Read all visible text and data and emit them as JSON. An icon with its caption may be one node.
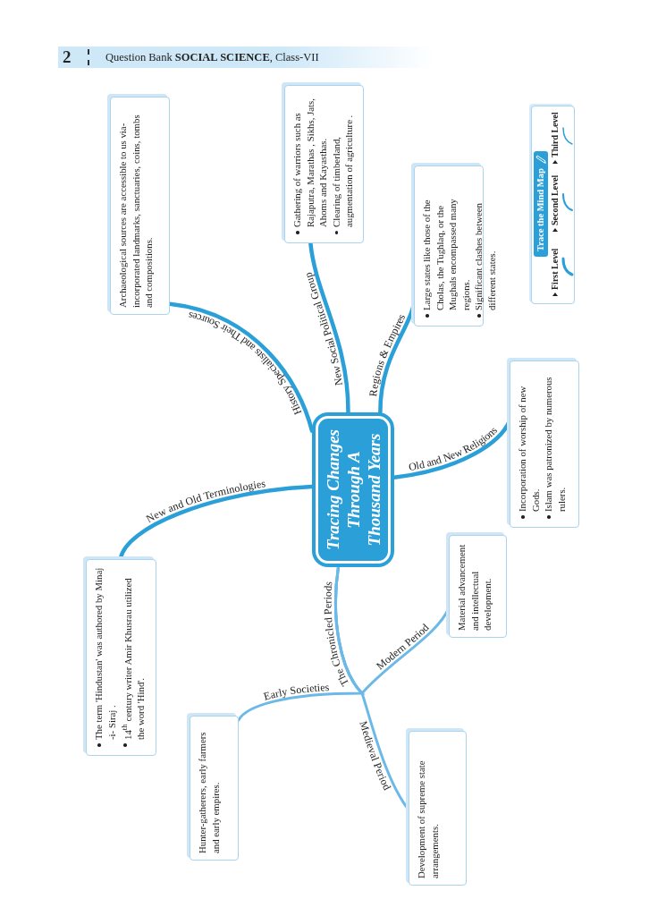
{
  "diagram": {
    "nodes": [
      {
        "text": [
          "Tracing Changes Through A Thousand Years"
        ]
      },
      {
        "text": [
          "Archaeological sources are accessible to us via-incorporated landmarks, sanctuaries, coins, tombs and compositions."
        ]
      },
      {
        "text": [
          "Gathering of warriors such as Rajaputra, Marathas , Sikhs, Jats, Ahoms and Kayasthas.",
          "Clearing of timberland, augmentation of agriculture ."
        ]
      },
      {
        "text": [
          "Large states like those of the Cholas, the Tughlaq, or the Mughals encompassed many regions.",
          "Significant clashes between different states."
        ]
      },
      {
        "text": [
          "Incorporation of worship of new Gods.",
          "Islam was patronized by numerous rulers."
        ]
      },
      {
        "text": [
          "Material advancement and intellectual development."
        ]
      },
      {
        "text": [
          "Development of supreme state arrangements."
        ]
      },
      {
        "text": [
          "Hunter-gatherers, early farmers and early empires."
        ]
      },
      {
        "text": [
          "The term 'Hindustan' was authored by Minaj -i- Siraj .",
          "14$^{th}$ century writer Amir Khusrau utilized the word 'Hind'."
        ]
      }
    ],
    "edges": [
      {
        "from": 0,
        "to": 1,
        "arrow": "none",
        "label": "History Specialists and Their Sources"
      },
      {
        "from": 0,
        "to": 2,
        "arrow": "none",
        "label": "New Social Political Group"
      },
      {
        "from": 0,
        "to": 3,
        "arrow": "none",
        "label": "Regions & Empires"
      },
      {
        "from": 0,
        "to": 4,
        "arrow": "none",
        "label": "Old and New Religions"
      },
      {
        "from": 0,
        "to": 8,
        "arrow": "none",
        "label": "New and Old Terminologies"
      },
      {
        "from": 0,
        "to": 5,
        "arrow": "none",
        "label": "Modern Period",
        "color": "#6cb9e8"
      },
      {
        "from": 0,
        "to": 6,
        "arrow": "none",
        "label": "Medieval Period",
        "color": "#6cb9e8"
      },
      {
        "from": 0,
        "to": 7,
        "arrow": "none",
        "label": "Early Societies",
        "color": "#6cb9e8"
      }
    ],
    "labels": [
      "2",
      "Question Bank **SOCIAL SCIENCE**, Class-VII",
      "The Chronicled Periods",
      "Trace the Mind Map"
    ],
    "legend": [
      {
        "text": "First Level"
      },
      {
        "text": "Second Level"
      },
      {
        "text": "Third Level"
      }
    ]
  }
}
